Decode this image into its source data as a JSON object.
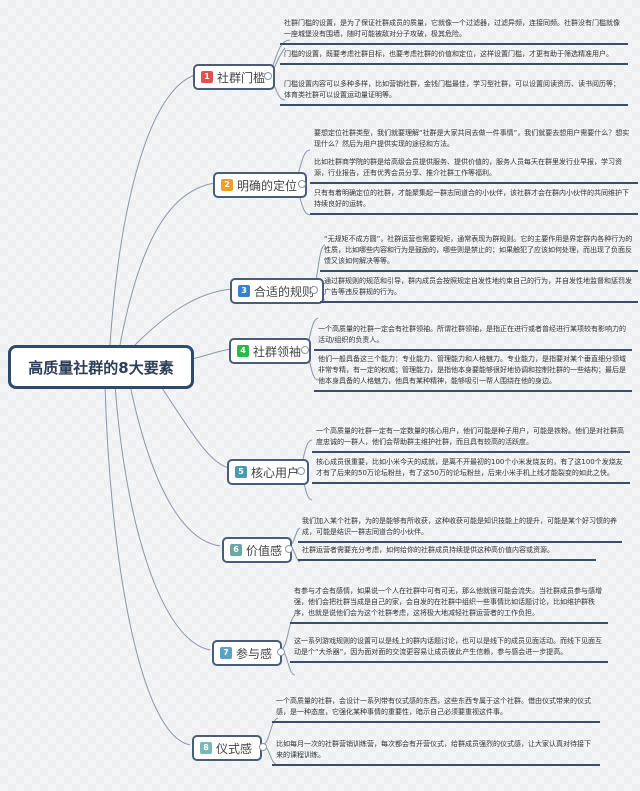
{
  "title": "高质量社群的8大要素",
  "branches": [
    {
      "num": "1",
      "label": "社群门槛",
      "color": "#e05050",
      "notes": [
        "社群门槛的设置，是为了保证社群成员的质量，它就像一个过滤器，过滤异频，连接同频。社群没有门槛就像一座城堡没有围墙，随时可能被敌对分子攻破，极其危险。",
        "门槛的设置，既要考虑社群目标，也要考虑社群的价值和定位，这样设置门槛，才更有助于筛选精准用户。",
        "门槛设置内容可以多种多样，比如营销社群，金钱门槛最佳，学习型社群，可以设置阅读资历、读书阅历等；体育类社群可以设置运动量证明等。"
      ]
    },
    {
      "num": "2",
      "label": "明确的定位",
      "color": "#f0a020",
      "notes": [
        "要想定位社群类型，我们就要理解“社群是大家共同去做一件事情”，我们就要去想用户需要什么？想实现什么？然后为用户提供实现的途径和方法。",
        "比如社群商学院的群是给高级会员提供服务、提供价值的，服务人员每天在群里发行业早报，学习资源，行业报告，还有优秀会员分享、推介社群工作等福利。",
        "只有有着明确定位的社群，才能聚集起一群志同道合的小伙伴，该社群才会在群内小伙伴的共同维护下持续良好的运转。"
      ]
    },
    {
      "num": "3",
      "label": "合适的规则",
      "color": "#3a7fd5",
      "notes": [
        "“无规矩不成方圆”，社群运营也需要规矩，通常表现为群规则。它的主要作用是界定群内各种行为的性质，比如哪些内容和行为是鼓励的，哪些则是禁止的；如果触犯了应该如何处理，而出现了负面反馈又该如何解决等等。",
        "通过群规则的规范和引导，群内成员会按照规定自发性地约束自己的行为，并自发性地监督和惩罚发广告等违反群规的行为。"
      ]
    },
    {
      "num": "4",
      "label": "社群领袖",
      "color": "#2fb84a",
      "notes": [
        "一个高质量的社群一定会有社群领袖。所谓社群领袖，是指正在进行或者曾经进行某项较有影响力的活动/组织的负责人。",
        "他们一般具备这三个能力：专业能力、管理能力和人格魅力。专业能力，是指要对某个垂直细分领域非常专精，有一定的权威；管理能力，是指他本身要能够很好地协调和控制社群的一些结构；最后是他本身具备的人格魅力，他具有某种精神，能够吸引一帮人围绕在他的身边。"
      ]
    },
    {
      "num": "5",
      "label": "核心用户",
      "color": "#4a9ab0",
      "notes": [
        "一个高质量的社群一定有一定数量的核心用户，他们可能是种子用户，可能是铁粉。他们是对社群高度忠诚的一群人，他们会帮助群主维护社群，而且具有较高的活跃度。",
        "核心成员很重要，比如小米今天的成就，是离不开最初的100个小米发烧友的，有了这100个发烧友才有了后来的50万论坛粉丝，有了这50万的论坛粉丝，后来小米手机上线才能裂变的如此之快。"
      ]
    },
    {
      "num": "6",
      "label": "价值感",
      "color": "#6aa8a8",
      "notes": [
        "我们加入某个社群，为的是能够有所收获，这种收获可能是知识技能上的提升，可能是某个好习惯的养成，可能是结识一群志同道合的小伙伴。",
        "社群运营者需要充分考虑，如何给你的社群成员持续提供这种高价值内容或资源。"
      ]
    },
    {
      "num": "7",
      "label": "参与感",
      "color": "#5aa0c8",
      "notes": [
        "有参与才会有感情，如果说一个人在社群中可有可无，那么他就很可能会流失。当社群成员参与感增强，他们会把社群当成是自己的家，会自发的在社群中组织一些事情比如话题讨论，比如维护群秩序，也就是说他们会为这个社群考虑，这将极大地减轻社群运营者的工作负担。",
        "这一系列游戏规则的设置可以是线上的群内话题讨论，也可以是线下的成员见面活动。而线下见面互动是个“大杀器”，因为面对面的交流更容易让成员彼此产生信赖，参与感会进一步提高。"
      ]
    },
    {
      "num": "8",
      "label": "仪式感",
      "color": "#7ab8b8",
      "notes": [
        "一个高质量的社群，会设计一系列带有仪式感的东西，这些东西专属于这个社群。借由仪式带来的仪式感，是一种态度，它强化某种事情的重要性，暗示自己必须要重视这件事。",
        "比如每月一次的社群营销训练营，每次都会有开营仪式，给群成员强烈的仪式感，让大家认真对待接下来的课程训练。"
      ]
    }
  ]
}
